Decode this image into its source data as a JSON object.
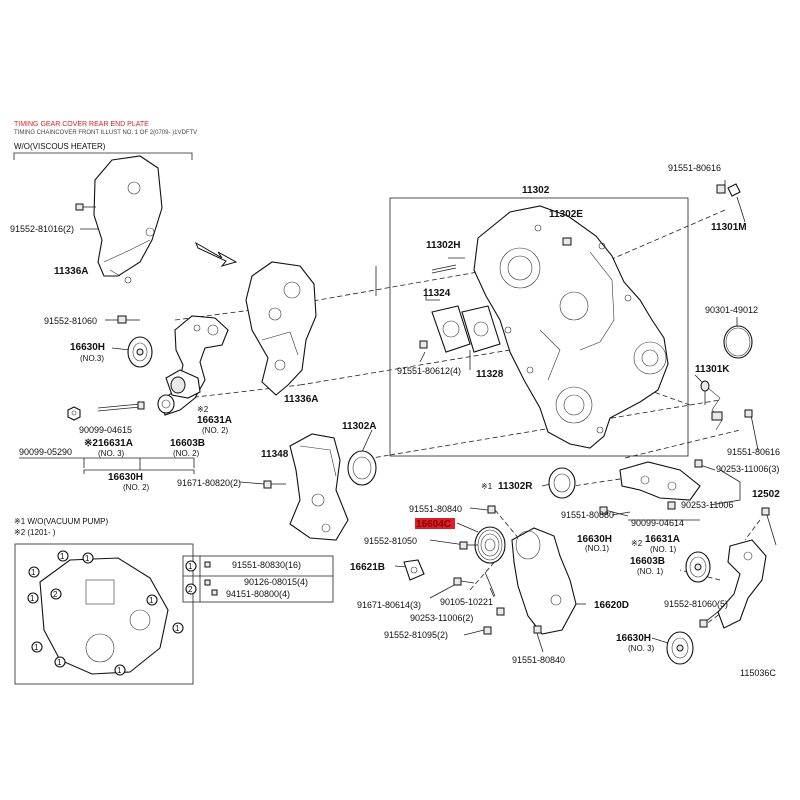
{
  "header": {
    "title": "TIMING GEAR COVER REAR END PLATE",
    "subtitle": "TIMING CHAINCOVER FRONT ILLUST NO. 1 OF 2(0709- )1VDFTV"
  },
  "accent_color": "#d8202a",
  "highlight_color": "#d8202a",
  "sections": {
    "viscous_heater": "W/O(VISCOUS HEATER)",
    "note1": "※1  W/O(VACUUM PUMP)",
    "note2": "※2  (1201-        )"
  },
  "labels": {
    "p91552_81016": "91552-81016(2)",
    "p11336A_1": "11336A",
    "p11336A_2": "11336A",
    "p91552_81060_l": "91552-81060",
    "p16630H_l": "16630H",
    "no3_l": "(NO.3)",
    "x2_l": "※2",
    "p16631A_l": "16631A",
    "no2_a": "(NO. 2)",
    "p90099_04615": "90099-04615",
    "p90099_05290": "90099-05290",
    "x2_16631A": "※216631A",
    "no3_b": "(NO. 3)",
    "p16603B_l": "16603B",
    "no2_b": "(NO. 2)",
    "p16630H_bottom": "16630H",
    "no2_c": "(NO. 2)",
    "p11348": "11348",
    "p91671_80820": "91671-80820(2)",
    "p11302A": "11302A",
    "p11302": "11302",
    "p11302E": "11302E",
    "p11302H": "11302H",
    "p11324": "11324",
    "p91551_80612": "91551-80612(4)",
    "p11328": "11328",
    "p91551_80616_t": "91551-80616",
    "p11301M": "11301M",
    "p90301_49012": "90301-49012",
    "p11301K": "11301K",
    "p91551_80616_r": "91551-80616",
    "p90253_11006_a": "90253-11006(3)",
    "x1_11302R": "※1",
    "p11302R": "11302R",
    "p12502": "12502",
    "p90253_11006_b": "90253-11006",
    "p91551_80880": "91551-80880",
    "p90099_04614": "90099-04614",
    "p16630H_r": "16630H",
    "no1_a": "(NO.1)",
    "x2_r": "※2",
    "p16631A_r": "16631A",
    "no1_b": "(NO. 1)",
    "p16603B_r": "16603B",
    "no1_c": "(NO. 1)",
    "p91552_81060_r": "91552-81060(5)",
    "p16630H_br": "16630H",
    "no3_c": "(NO. 3)",
    "p91551_80840_t": "91551-80840",
    "p16604C": "16604C",
    "p91552_81050": "91552-81050",
    "p16621B": "16621B",
    "p90105_10221": "90105-10221",
    "p91671_80614": "91671-80614(3)",
    "p90253_11006_c": "90253-11006(2)",
    "p16620D": "16620D",
    "p91552_81095": "91552-81095(2)",
    "p91551_80840_b": "91551-80840",
    "legend1": "91551-80830(16)",
    "legend2a": "90126-08015(4)",
    "legend2b": "94151-80800(4)",
    "c1": "1",
    "c2": "2",
    "illus_no": "115036C"
  }
}
